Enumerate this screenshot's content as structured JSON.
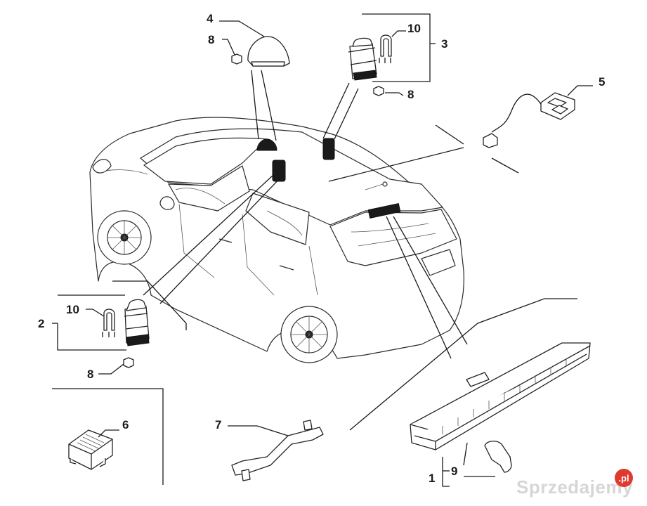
{
  "callouts": {
    "c1": "1",
    "c2": "2",
    "c3": "3",
    "c4": "4",
    "c5": "5",
    "c6": "6",
    "c7": "7",
    "c8_top": "8",
    "c8_mid": "8",
    "c8_low": "8",
    "c9": "9",
    "c10_top": "10",
    "c10_low": "10"
  },
  "watermark": {
    "text": "Sprzedajemy",
    "suffix": ".pl"
  },
  "colors": {
    "ink": "#1a1a1a",
    "watermark": "#d6d6d6",
    "watermark_badge": "#e03a2f"
  }
}
